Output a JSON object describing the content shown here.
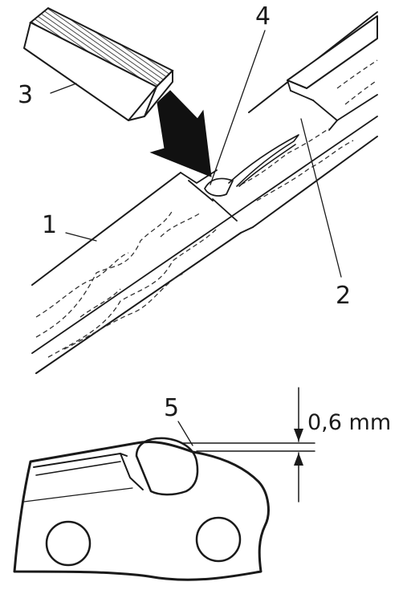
{
  "labels": {
    "top_file": "3",
    "top_gauge": "4",
    "top_bar": "1",
    "top_chain": "2",
    "bottom_depth": "5",
    "measurement": "0,6 mm"
  }
}
